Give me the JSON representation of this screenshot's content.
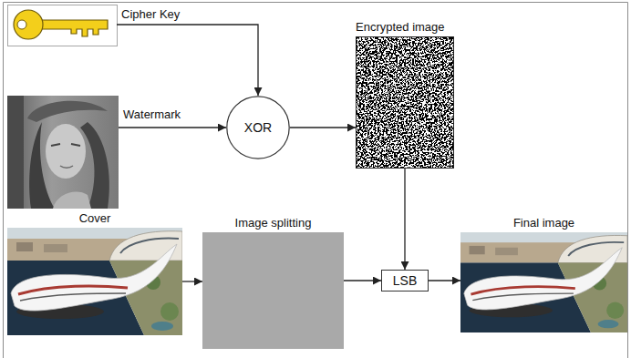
{
  "diagram": {
    "nodes": [
      {
        "text": [
          "Cipher Key"
        ]
      },
      {
        "text": [
          "Watermark"
        ]
      },
      {
        "text": [
          "XOR"
        ]
      },
      {
        "text": [
          "Encrypted image"
        ]
      },
      {
        "text": [
          "Cover"
        ]
      },
      {
        "text": [
          "Image splitting"
        ]
      },
      {
        "text": [
          "LSB"
        ]
      },
      {
        "text": [
          "Final image"
        ]
      }
    ],
    "edges": [
      {
        "from": 0,
        "to": 2,
        "arrow": "to"
      },
      {
        "from": 1,
        "to": 2,
        "arrow": "to"
      },
      {
        "from": 2,
        "to": 3,
        "arrow": "to"
      },
      {
        "from": 3,
        "to": 6,
        "arrow": "to"
      },
      {
        "from": 4,
        "to": 5,
        "arrow": "to"
      },
      {
        "from": 5,
        "to": 6,
        "arrow": "to"
      },
      {
        "from": 6,
        "to": 7,
        "arrow": "to"
      }
    ]
  }
}
